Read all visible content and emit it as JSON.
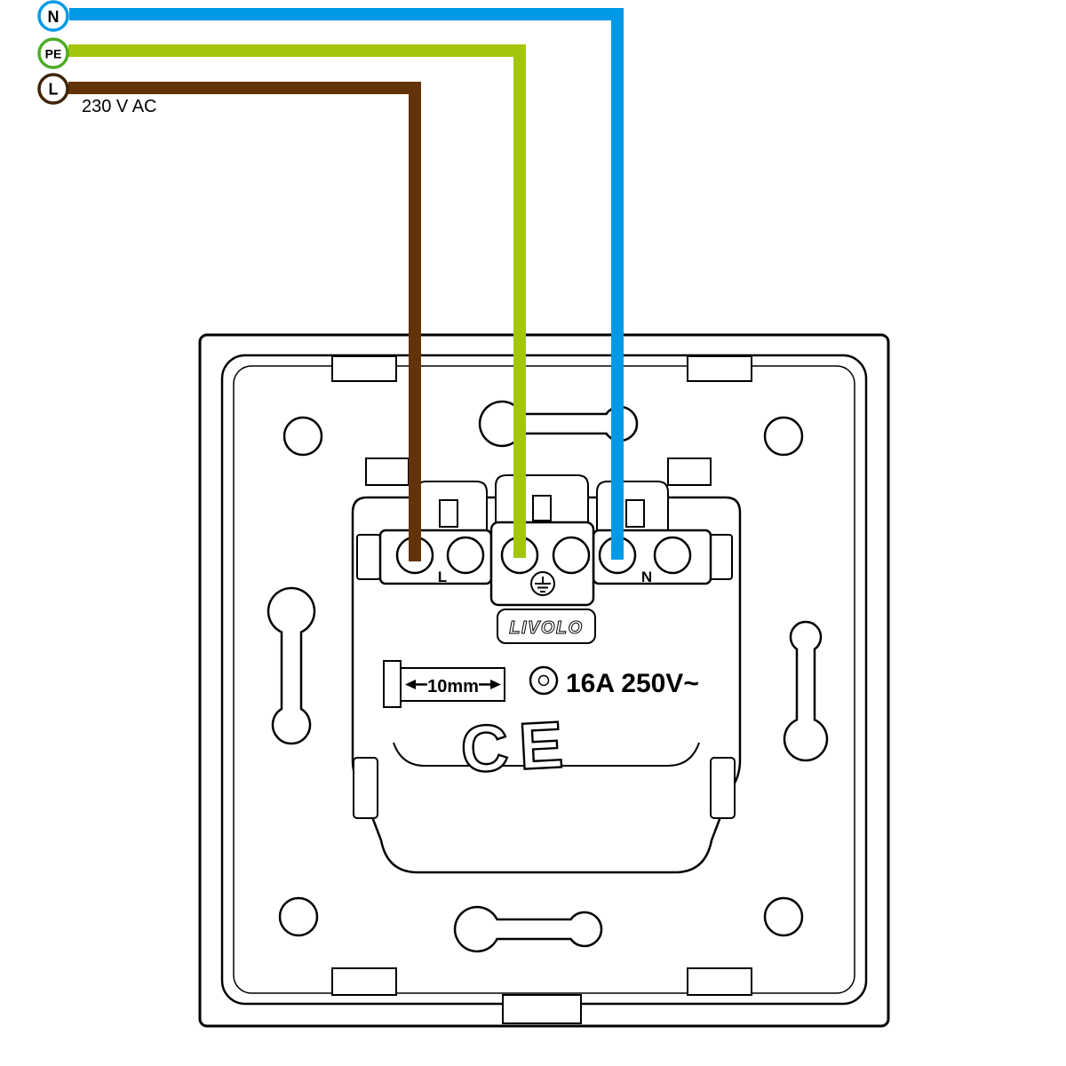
{
  "legend": {
    "neutral_label": "N",
    "earth_label": "PE",
    "live_label": "L",
    "voltage": "230 V AC"
  },
  "colors": {
    "neutral": "#0099e6",
    "earth": "#a3c60c",
    "earth_ring": "#4dab26",
    "live": "#633208",
    "live_ring": "#3f2406"
  },
  "device": {
    "brand": "LIVOLO",
    "rating": "16A 250V~",
    "strip_length": "10mm",
    "terminal_live": "L",
    "terminal_neutral": "N",
    "ce_mark": "CE"
  }
}
